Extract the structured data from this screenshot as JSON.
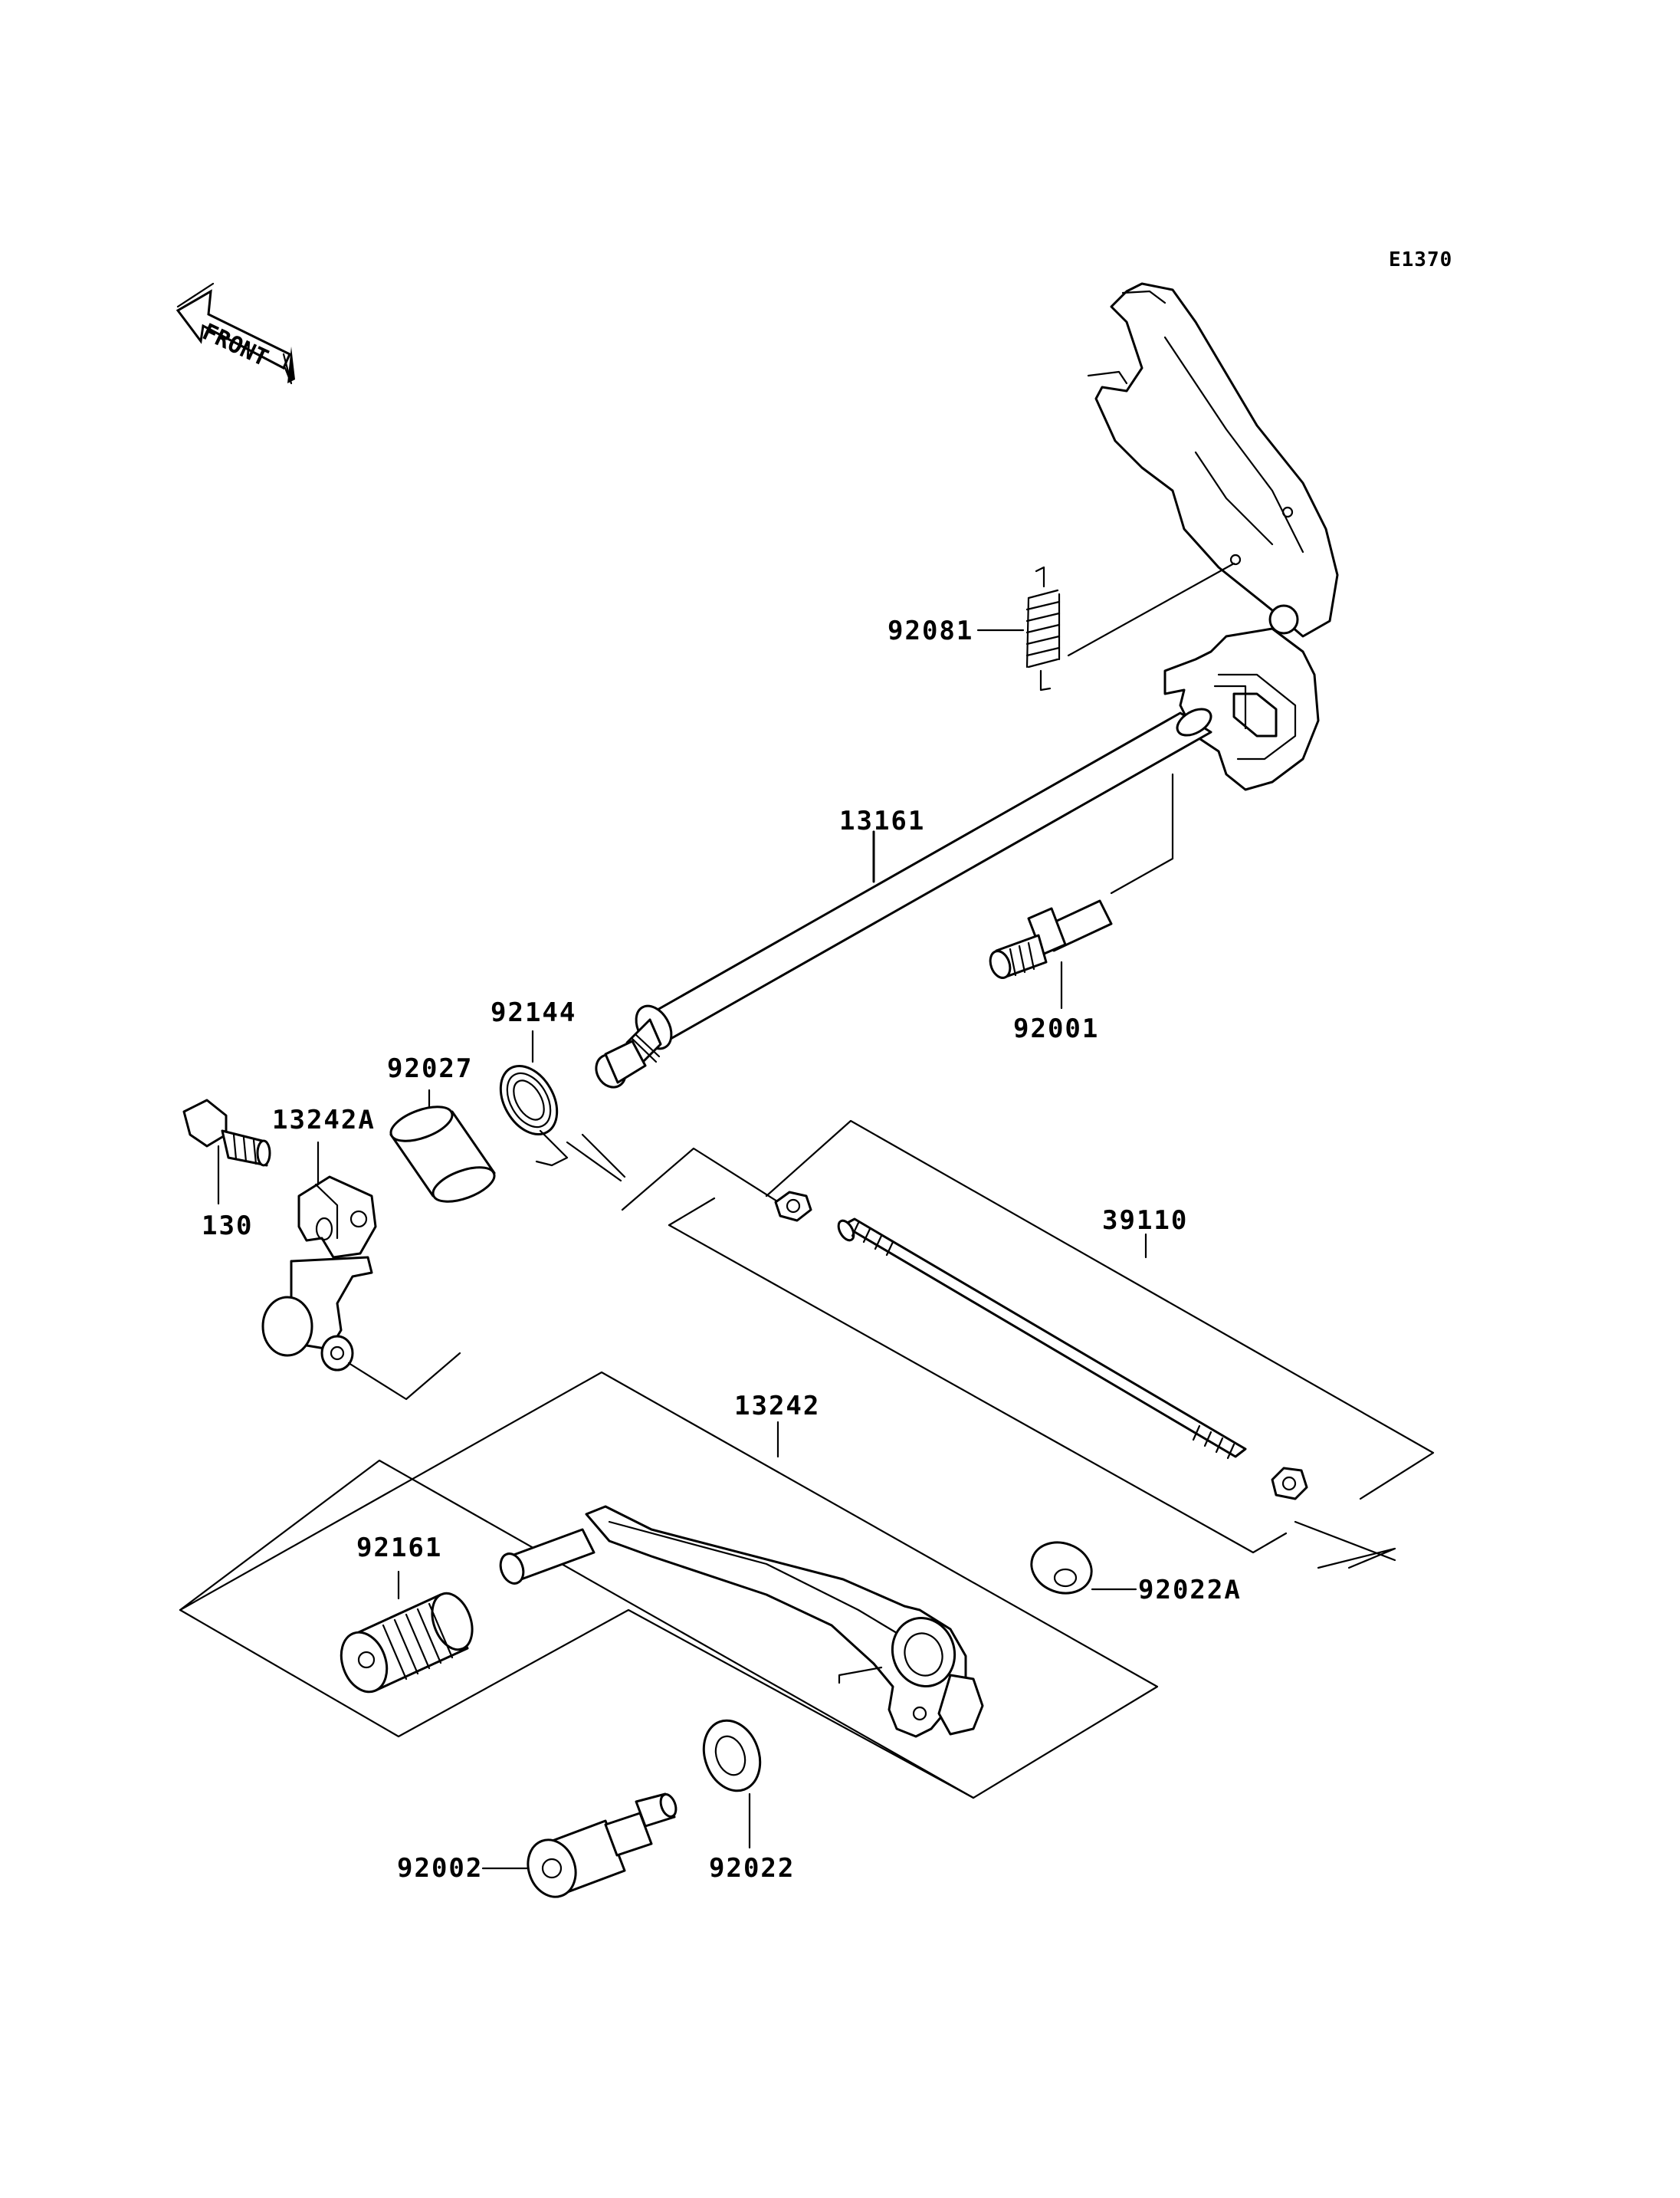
{
  "diagram": {
    "code": "E1370",
    "front_label": "FRONT",
    "parts": {
      "p92081": "92081",
      "p13161": "13161",
      "p92001": "92001",
      "p92144": "92144",
      "p92027": "92027",
      "p13242A": "13242A",
      "p130": "130",
      "p39110": "39110",
      "p13242": "13242",
      "p92161": "92161",
      "p92022A": "92022A",
      "p92002": "92002",
      "p92022": "92022"
    }
  }
}
